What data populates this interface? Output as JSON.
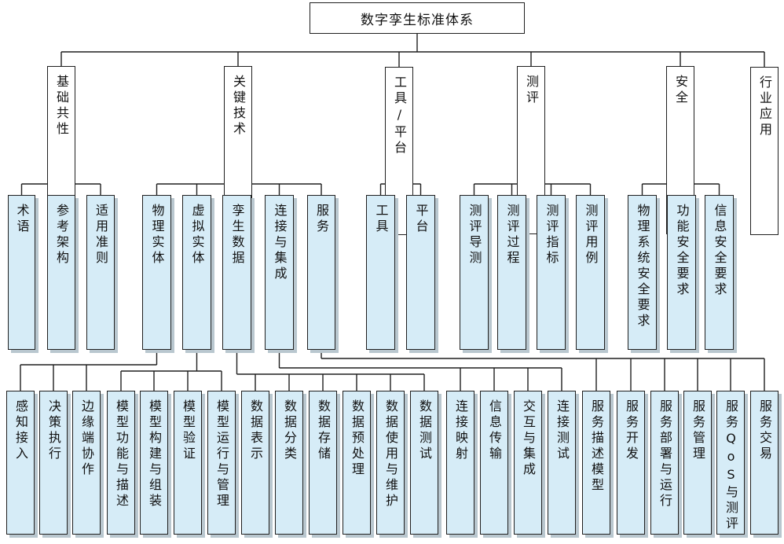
{
  "root": "数字孪生标准体系",
  "level1": [
    {
      "label": "基础共性",
      "children": [
        {
          "label": "术语"
        },
        {
          "label": "参考架构"
        },
        {
          "label": "适用准则"
        }
      ]
    },
    {
      "label": "关键技术",
      "children": [
        {
          "label": "物理实体",
          "children": [
            "感知接入",
            "决策执行",
            "边缘端协作"
          ]
        },
        {
          "label": "虚拟实体",
          "children": [
            "模型功能与描述",
            "模型构建与组装",
            "模型验证",
            "模型运行与管理"
          ]
        },
        {
          "label": "孪生数据",
          "children": [
            "数据表示",
            "数据分类",
            "数据存储",
            "数据预处理",
            "数据使用与维护",
            "数据测试"
          ]
        },
        {
          "label": "连接与集成",
          "children": [
            "连接映射",
            "信息传输",
            "交互与集成",
            "连接测试"
          ]
        },
        {
          "label": "服务",
          "children": [
            "服务描述模型",
            "服务开发",
            "服务部署与运行",
            "服务管理",
            "服务QoS与测评",
            "服务交易"
          ]
        }
      ]
    },
    {
      "label": "工具/平台",
      "children": [
        {
          "label": "工具"
        },
        {
          "label": "平台"
        }
      ]
    },
    {
      "label": "测评",
      "children": [
        {
          "label": "测评导测"
        },
        {
          "label": "测评过程"
        },
        {
          "label": "测评指标"
        },
        {
          "label": "测评用例"
        }
      ]
    },
    {
      "label": "安全",
      "children": [
        {
          "label": "物理系统安全要求"
        },
        {
          "label": "功能安全要求"
        },
        {
          "label": "信息安全要求"
        }
      ]
    },
    {
      "label": "行业应用",
      "children": []
    }
  ],
  "colors": {
    "line": "#1f1f1f",
    "leaf_fill": "#d6ecf7",
    "leaf_shadow": "#b9c7cf",
    "node_fill": "#ffffff"
  }
}
